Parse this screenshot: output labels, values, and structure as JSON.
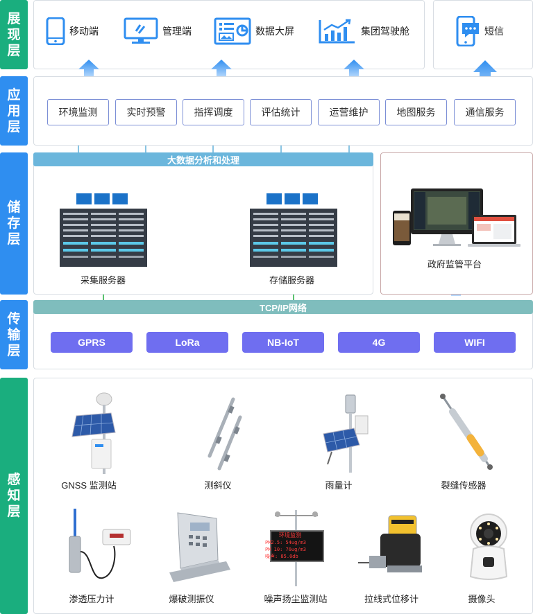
{
  "layers": [
    {
      "name": "展现层",
      "chars": [
        "展",
        "现",
        "层"
      ]
    },
    {
      "name": "应用层",
      "chars": [
        "应",
        "用",
        "层"
      ]
    },
    {
      "name": "储存层",
      "chars": [
        "储",
        "存",
        "层"
      ]
    },
    {
      "name": "传输层",
      "chars": [
        "传",
        "输",
        "层"
      ]
    },
    {
      "name": "感知层",
      "chars": [
        "感",
        "知",
        "层"
      ]
    }
  ],
  "presentation": {
    "items": [
      {
        "label": "移动端",
        "icon": "mobile-phone-icon"
      },
      {
        "label": "管理端",
        "icon": "monitor-icon"
      },
      {
        "label": "数据大屏",
        "icon": "dashboard-screen-icon"
      },
      {
        "label": "集团驾驶舱",
        "icon": "bar-chart-icon"
      }
    ],
    "sms": {
      "label": "短信",
      "icon": "sms-phone-icon"
    }
  },
  "application": {
    "buttons": [
      "环境监测",
      "实时预警",
      "指挥调度",
      "评估统计",
      "运营维护",
      "地图服务",
      "通信服务"
    ]
  },
  "storage": {
    "bar_label": "大数据分析和处理",
    "collect_server": "采集服务器",
    "store_server": "存储服务器",
    "platform": "政府监管平台"
  },
  "transport": {
    "bar_label": "TCP/IP网络",
    "networks": [
      "GPRS",
      "LoRa",
      "NB-IoT",
      "4G",
      "WIFI"
    ]
  },
  "perception": {
    "sensors": [
      {
        "label": "GNSS 监测站",
        "icon": "gnss-station-icon"
      },
      {
        "label": "测斜仪",
        "icon": "inclinometer-icon"
      },
      {
        "label": "雨量计",
        "icon": "rain-gauge-icon"
      },
      {
        "label": "裂缝传感器",
        "icon": "crack-sensor-icon"
      },
      {
        "label": "渗透压力计",
        "icon": "piezometer-icon"
      },
      {
        "label": "爆破测振仪",
        "icon": "blast-vibration-meter-icon"
      },
      {
        "label": "噪声扬尘监测站",
        "icon": "noise-dust-station-icon"
      },
      {
        "label": "拉线式位移计",
        "icon": "draw-wire-sensor-icon"
      },
      {
        "label": "摄像头",
        "icon": "camera-icon"
      }
    ],
    "display": {
      "title": "环境监测",
      "line1": "PM2.5: 54ug/m3",
      "line2": "PM 10: 76ug/m3",
      "line3": "噪声: 85.0db"
    }
  },
  "colors": {
    "green_tab": "#1aae7e",
    "blue_tab": "#2f8ef0",
    "button_border": "#7c8fd6",
    "network_button": "#6f6ef0",
    "data_bar": "#6bb6dc",
    "network_bar": "#7fbdbd",
    "arrow": "#2f8ef0"
  }
}
